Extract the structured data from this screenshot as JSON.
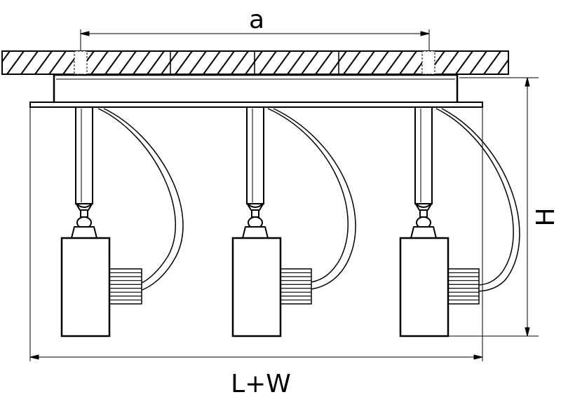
{
  "dimensions": {
    "a": "a",
    "h": "H",
    "lw": "L+W"
  },
  "spots": [
    {
      "id": "left"
    },
    {
      "id": "center"
    },
    {
      "id": "right"
    }
  ],
  "colors": {
    "line": "#000000",
    "background": "#ffffff"
  }
}
